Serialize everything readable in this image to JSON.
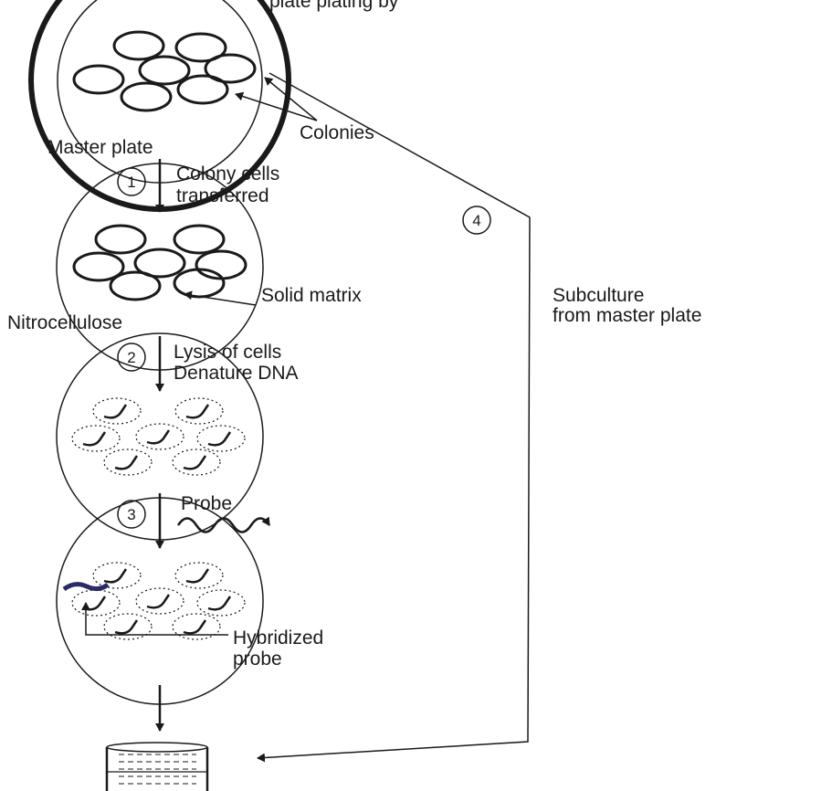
{
  "top_partial_text": "plate plating by",
  "labels": {
    "colonies": "Colonies",
    "master_plate": "Master plate",
    "step1": "Colony cells\ntransferred",
    "solid_matrix": "Solid matrix",
    "nitrocellulose": "Nitrocellulose",
    "step2": "Lysis of cells\nDenature DNA",
    "probe": "Probe",
    "hybridized_probe": "Hybridized\nprobe",
    "subculture": "Subculture\nfrom master plate"
  },
  "steps": [
    "1",
    "2",
    "3",
    "4"
  ],
  "colors": {
    "ink": "#1a1a1a",
    "hybrid_probe": "#2a2a6a"
  }
}
